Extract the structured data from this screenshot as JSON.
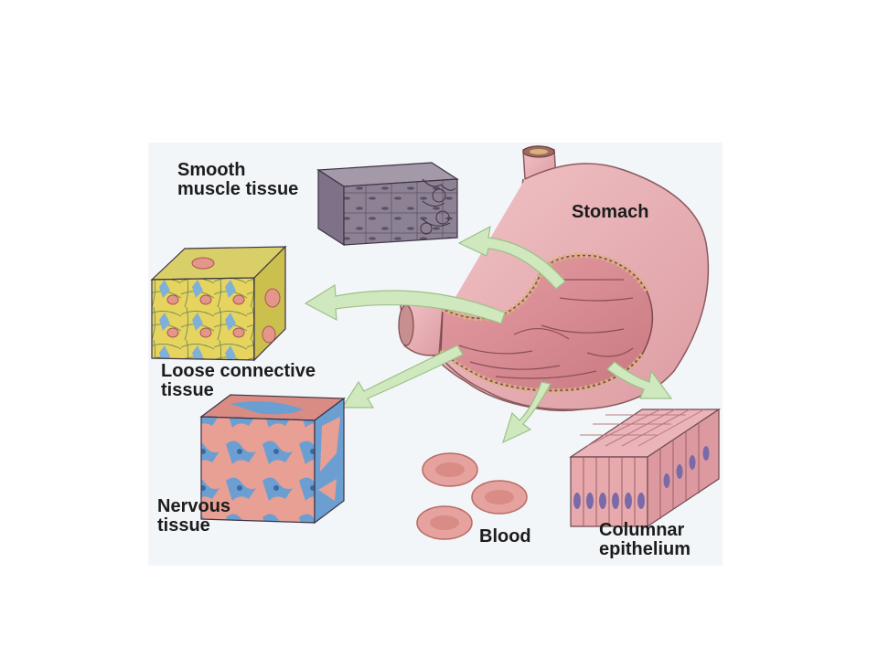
{
  "labels": {
    "smooth_muscle": [
      "Smooth",
      "muscle tissue"
    ],
    "stomach": "Stomach",
    "loose_connective": [
      "Loose connective",
      "tissue"
    ],
    "nervous": [
      "Nervous",
      "tissue"
    ],
    "blood": "Blood",
    "columnar": [
      "Columnar",
      "epithelium"
    ]
  },
  "colors": {
    "panel_background": "#f3f6f9",
    "stomach_pink": "#eab2b6",
    "arrow_green": "#cfe8bd",
    "muscle_tissue": "#8f8597",
    "connective_yellow": "#e8d65a",
    "nervous_blue": "#6a9ed0",
    "blood_cell": "#e6a29e",
    "epithelium_pink": "#e8a9ad"
  },
  "icons": [
    "smooth-muscle-block",
    "loose-connective-block",
    "nervous-tissue-block",
    "blood-cells",
    "columnar-epithelium-block",
    "stomach"
  ]
}
